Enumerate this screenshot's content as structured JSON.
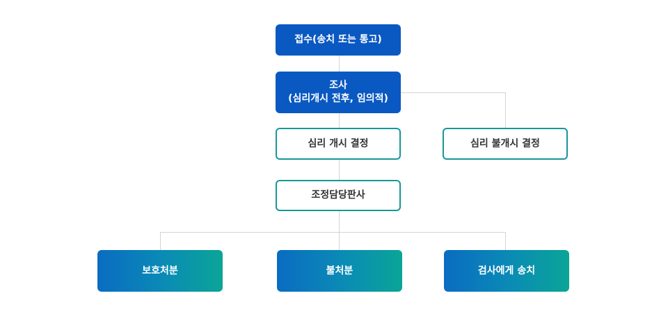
{
  "diagram": {
    "receipt": "접수(송치 또는 통고)",
    "investigation": {
      "line1": "조사",
      "line2": "(심리개시 전후, 임의적)"
    },
    "hearing_start": "심리 개시 결정",
    "hearing_no_start": "심리 불개시 결정",
    "judge": "조정담당판사",
    "outcomes": {
      "protective": "보호처분",
      "no_disposition": "불처분",
      "prosecutor": "검사에게 송치"
    }
  },
  "colors": {
    "primary_box": "#0a59c2",
    "outline_border": "#15979a",
    "gradient_start": "#0a6cc2",
    "gradient_end": "#0aa597",
    "connector": "#d3d3d3"
  }
}
